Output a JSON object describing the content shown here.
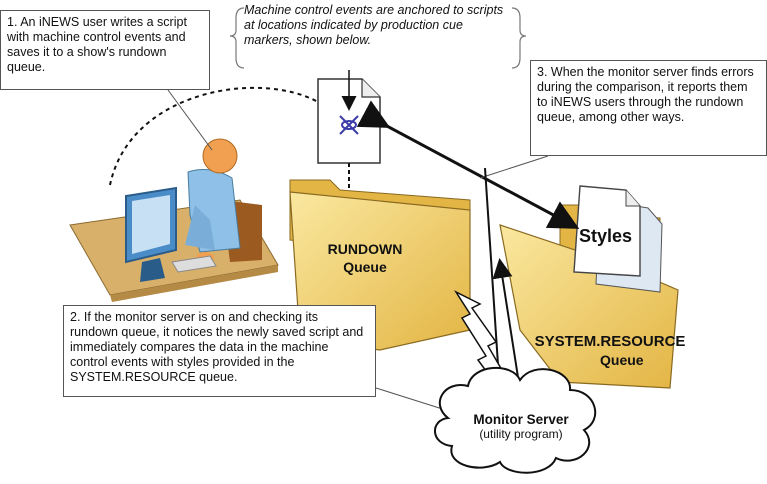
{
  "callouts": {
    "step1": "1. An iNEWS user writes a script with machine control events and saves it to a show's rundown queue.",
    "step2": "2. If the monitor server is on and checking its rundown queue, it notices the newly saved script and immediately compares the data in the machine control events with styles provided in the SYSTEM.RESOURCE queue.",
    "step3": "3. When the monitor server finds errors during the comparison, it reports them to iNEWS users through the rundown queue, among other ways."
  },
  "note": "Machine control events are anchored to scripts at locations indicated by production cue markers, shown below.",
  "rundown_folder": {
    "line1": "RUNDOWN",
    "line2": "Queue"
  },
  "system_folder": {
    "line1": "SYSTEM.RESOURCE",
    "line2": "Queue"
  },
  "styles_doc": {
    "label": "Styles"
  },
  "cloud": {
    "title": "Monitor Server",
    "subtitle": "(utility program)"
  },
  "colors": {
    "folder": "#f2d066",
    "folder_dark": "#c9a030",
    "desk": "#d9b06a",
    "skin": "#f0a050",
    "shirt": "#8fc0e8",
    "monitor": "#4a8cc8",
    "cue_marker": "#3a3aa8"
  }
}
